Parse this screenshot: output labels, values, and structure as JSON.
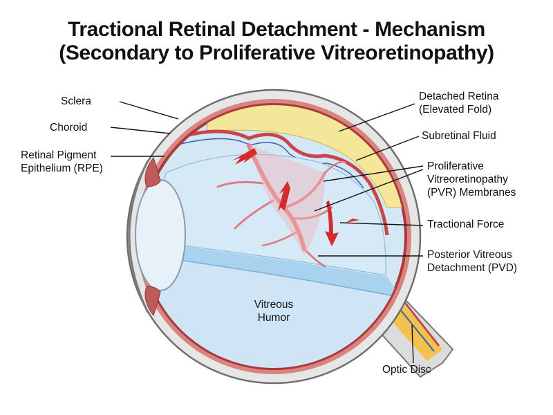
{
  "title": {
    "line1": "Tractional Retinal Detachment - Mechanism",
    "line2": "(Secondary to Proliferative Vitreoretinopathy)"
  },
  "labels": {
    "sclera": "Sclera",
    "choroid": "Choroid",
    "rpe_line1": "Retinal Pigment",
    "rpe_line2": "Epithelium (RPE)",
    "detached_retina_line1": "Detached Retina",
    "detached_retina_line2": "(Elevated Fold)",
    "subretinal_fluid": "Subretinal Fluid",
    "pvr_line1": "Proliferative",
    "pvr_line2": "Vitreoretinopathy",
    "pvr_line3": "(PVR) Membranes",
    "tractional_force": "Tractional Force",
    "pvd_line1": "Posterior Vitreous",
    "pvd_line2": "Detachment (PVD)",
    "vitreous_line1": "Vitreous",
    "vitreous_line2": "Humor",
    "optic_disc": "Optic Disc"
  },
  "colors": {
    "sclera": "#e6e6e6",
    "choroid": "#d9847e",
    "retina": "#c8454a",
    "subretinal_fluid": "#f5e79a",
    "optic_nerve": "#f2c14e",
    "vitreous": "#d3e7f5",
    "pvd_gel": "#a9d2ee",
    "membrane": "#e79097",
    "arrow": "#d52b2b"
  }
}
